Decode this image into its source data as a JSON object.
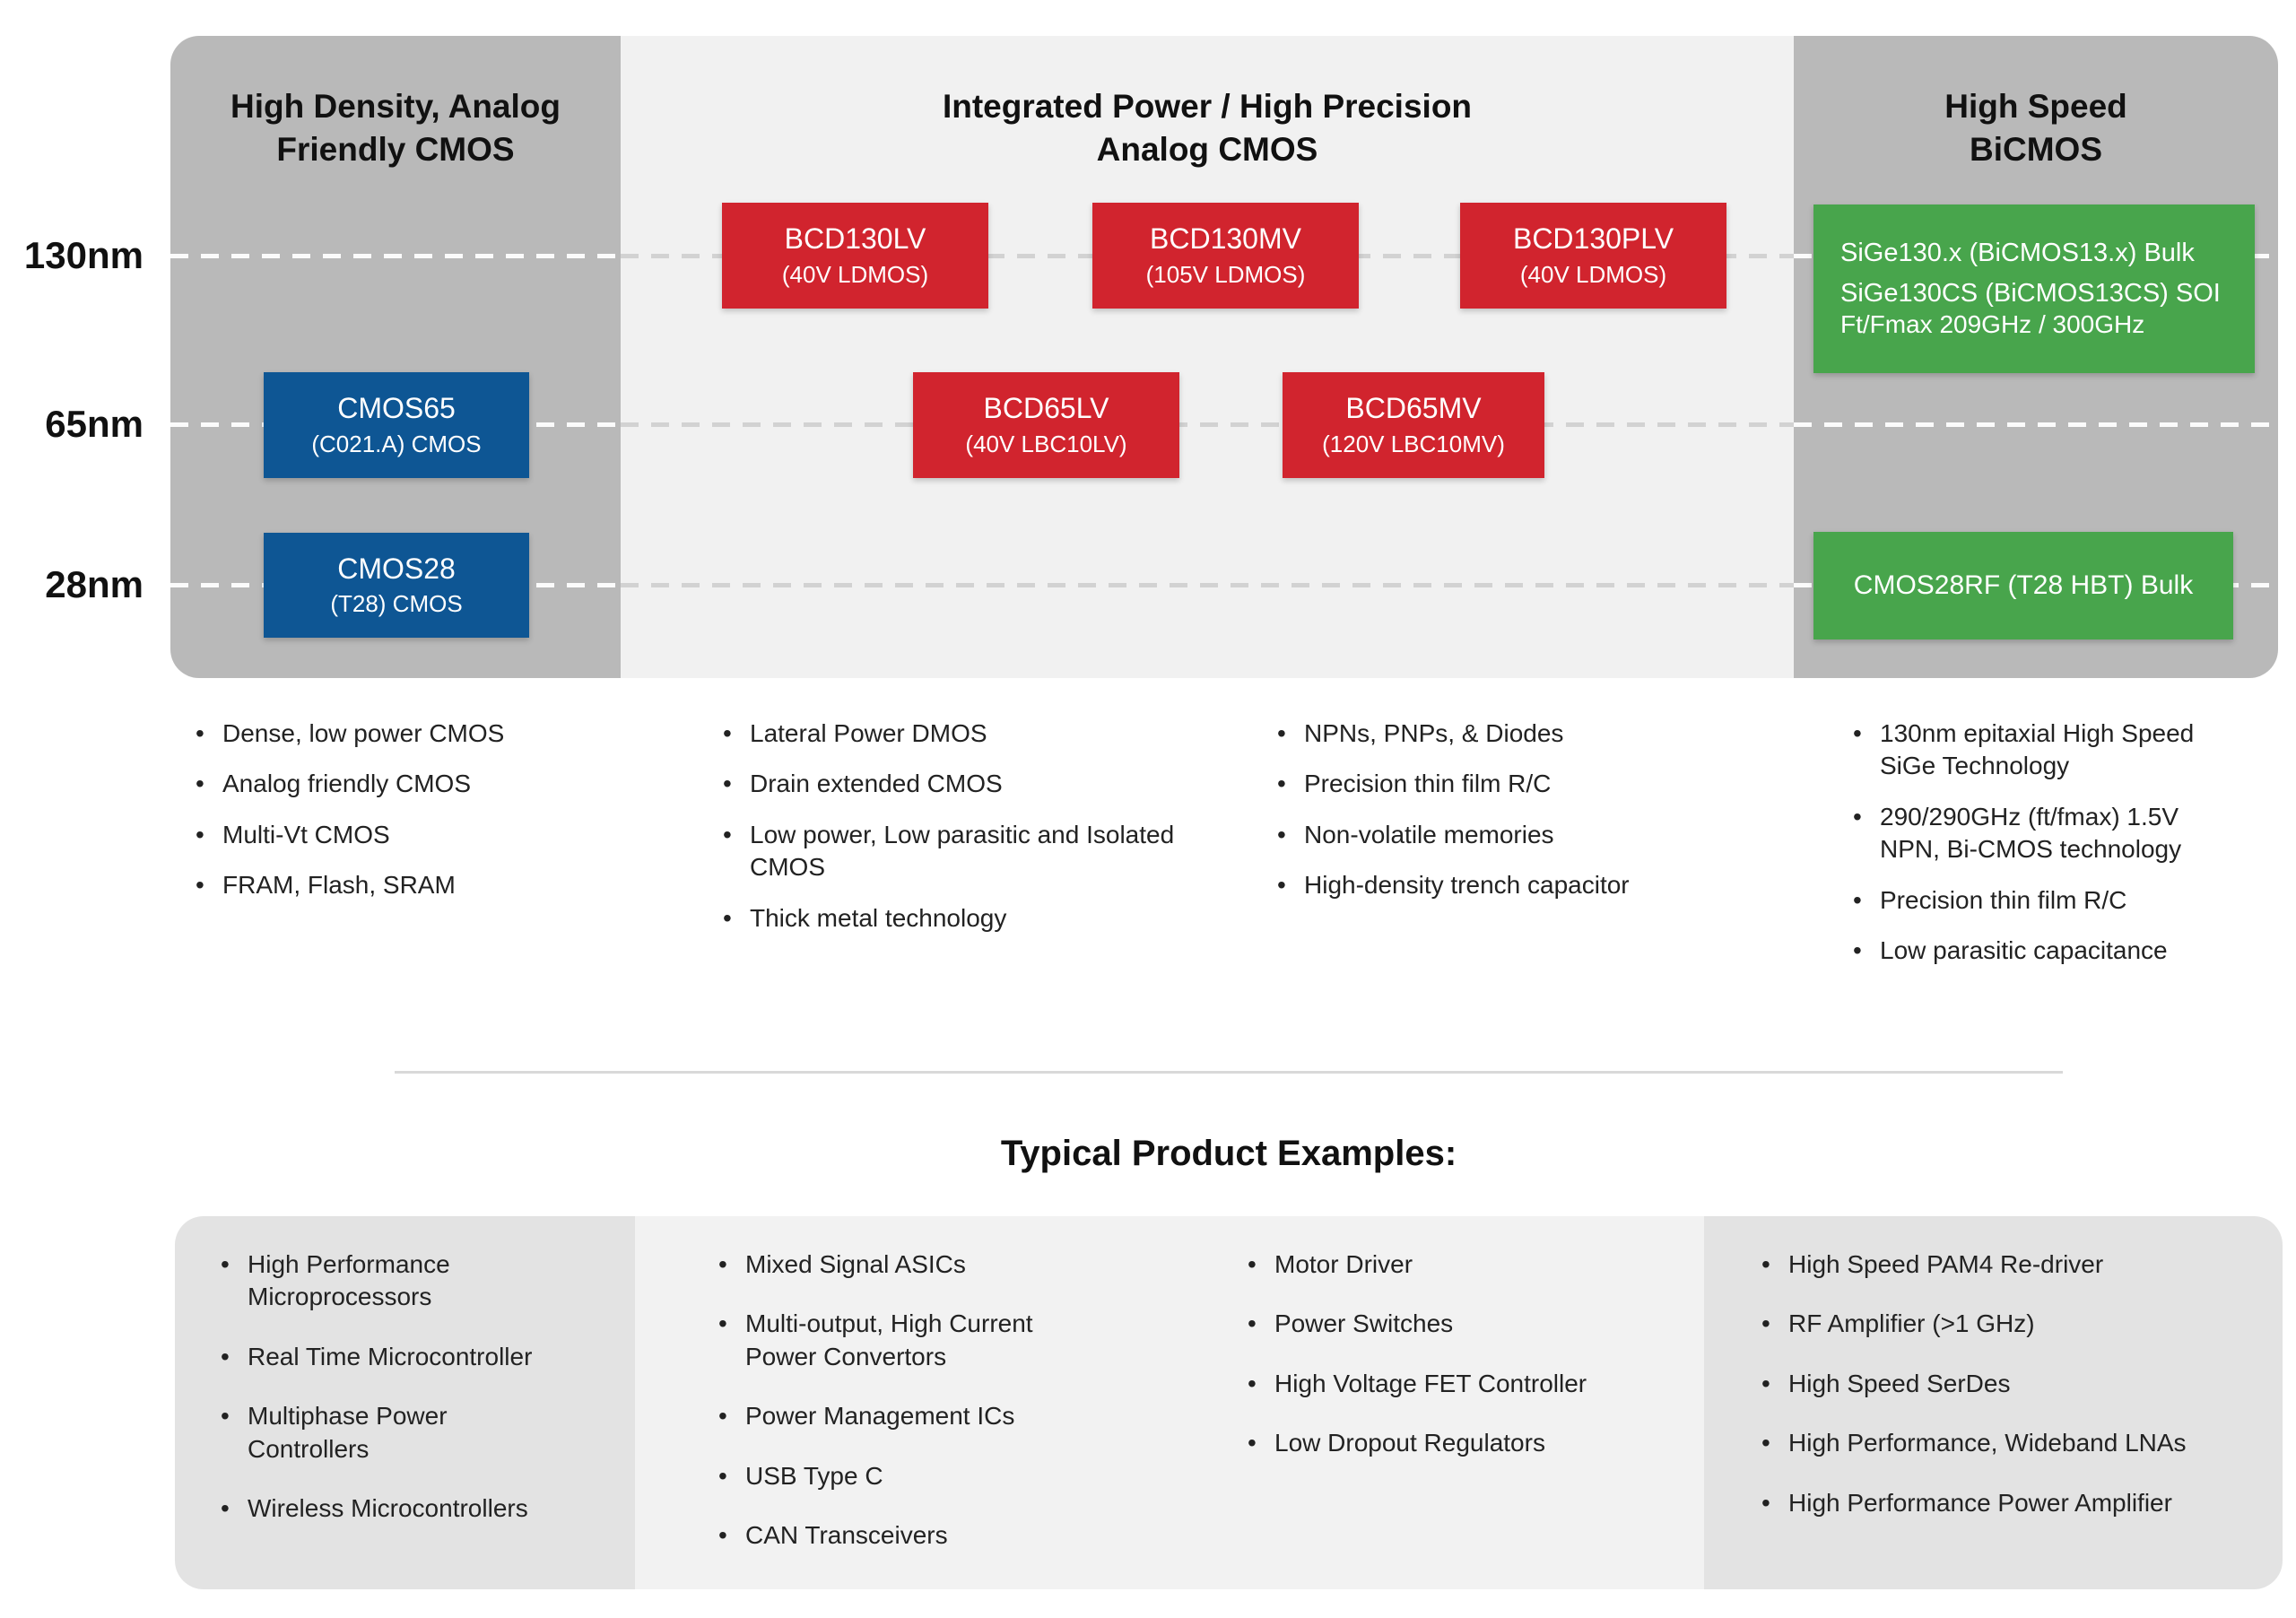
{
  "row_labels": [
    "130nm",
    "65nm",
    "28nm"
  ],
  "headers": {
    "left": [
      "High Density, Analog",
      "Friendly CMOS"
    ],
    "middle": [
      "Integrated Power / High Precision",
      "Analog CMOS"
    ],
    "right": [
      "High Speed",
      "BiCMOS"
    ]
  },
  "boxes": {
    "bcd130lv": {
      "title": "BCD130LV",
      "subtitle": "(40V LDMOS)"
    },
    "bcd130mv": {
      "title": "BCD130MV",
      "subtitle": "(105V LDMOS)"
    },
    "bcd130plv": {
      "title": "BCD130PLV",
      "subtitle": "(40V LDMOS)"
    },
    "sige130": {
      "line1": "SiGe130.x (BiCMOS13.x) Bulk",
      "line2": "SiGe130CS (BiCMOS13CS) SOI",
      "line3": "Ft/Fmax 209GHz / 300GHz"
    },
    "cmos65": {
      "title": "CMOS65",
      "subtitle": "(C021.A) CMOS"
    },
    "bcd65lv": {
      "title": "BCD65LV",
      "subtitle": "(40V LBC10LV)"
    },
    "bcd65mv": {
      "title": "BCD65MV",
      "subtitle": "(120V LBC10MV)"
    },
    "cmos28": {
      "title": "CMOS28",
      "subtitle": "(T28) CMOS"
    },
    "cmos28rf": {
      "title": "CMOS28RF (T28 HBT) Bulk"
    }
  },
  "features": [
    {
      "items": [
        "Dense, low power CMOS",
        "Analog friendly CMOS",
        "Multi-Vt CMOS",
        "FRAM, Flash, SRAM"
      ]
    },
    {
      "items": [
        "Lateral Power DMOS",
        "Drain extended CMOS",
        "Low power, Low parasitic and Isolated CMOS",
        "Thick metal technology"
      ]
    },
    {
      "items": [
        "NPNs, PNPs, & Diodes",
        "Precision thin film R/C",
        "Non-volatile memories",
        "High-density trench capacitor"
      ]
    },
    {
      "items": [
        "130nm epitaxial High Speed SiGe Technology",
        "290/290GHz (ft/fmax) 1.5V NPN, Bi-CMOS technology",
        "Precision thin film R/C",
        "Low parasitic capacitance"
      ]
    }
  ],
  "products_heading": "Typical Product Examples:",
  "products": [
    {
      "items": [
        "High Performance Microprocessors",
        "Real Time Microcontroller",
        "Multiphase Power Controllers",
        "Wireless Microcontrollers"
      ]
    },
    {
      "items": [
        "Mixed Signal ASICs",
        "Multi-output, High Current Power Convertors",
        "Power Management ICs",
        "USB Type C",
        "CAN Transceivers"
      ]
    },
    {
      "items": [
        "Motor Driver",
        "Power Switches",
        "High Voltage FET Controller",
        "Low Dropout Regulators"
      ]
    },
    {
      "items": [
        "High Speed PAM4 Re-driver",
        "RF Amplifier (>1 GHz)",
        "High Speed SerDes",
        "High Performance, Wideband LNAs",
        "High Performance Power Amplifier"
      ]
    }
  ],
  "colors": {
    "node_red": "#d1242e",
    "node_blue": "#0e5694",
    "node_green": "#48a54c",
    "panel_gray": "#b9b9b9",
    "panel_light": "#f1f1f1",
    "bottom_gray": "#e3e3e3",
    "bottom_light": "#f2f2f2"
  }
}
